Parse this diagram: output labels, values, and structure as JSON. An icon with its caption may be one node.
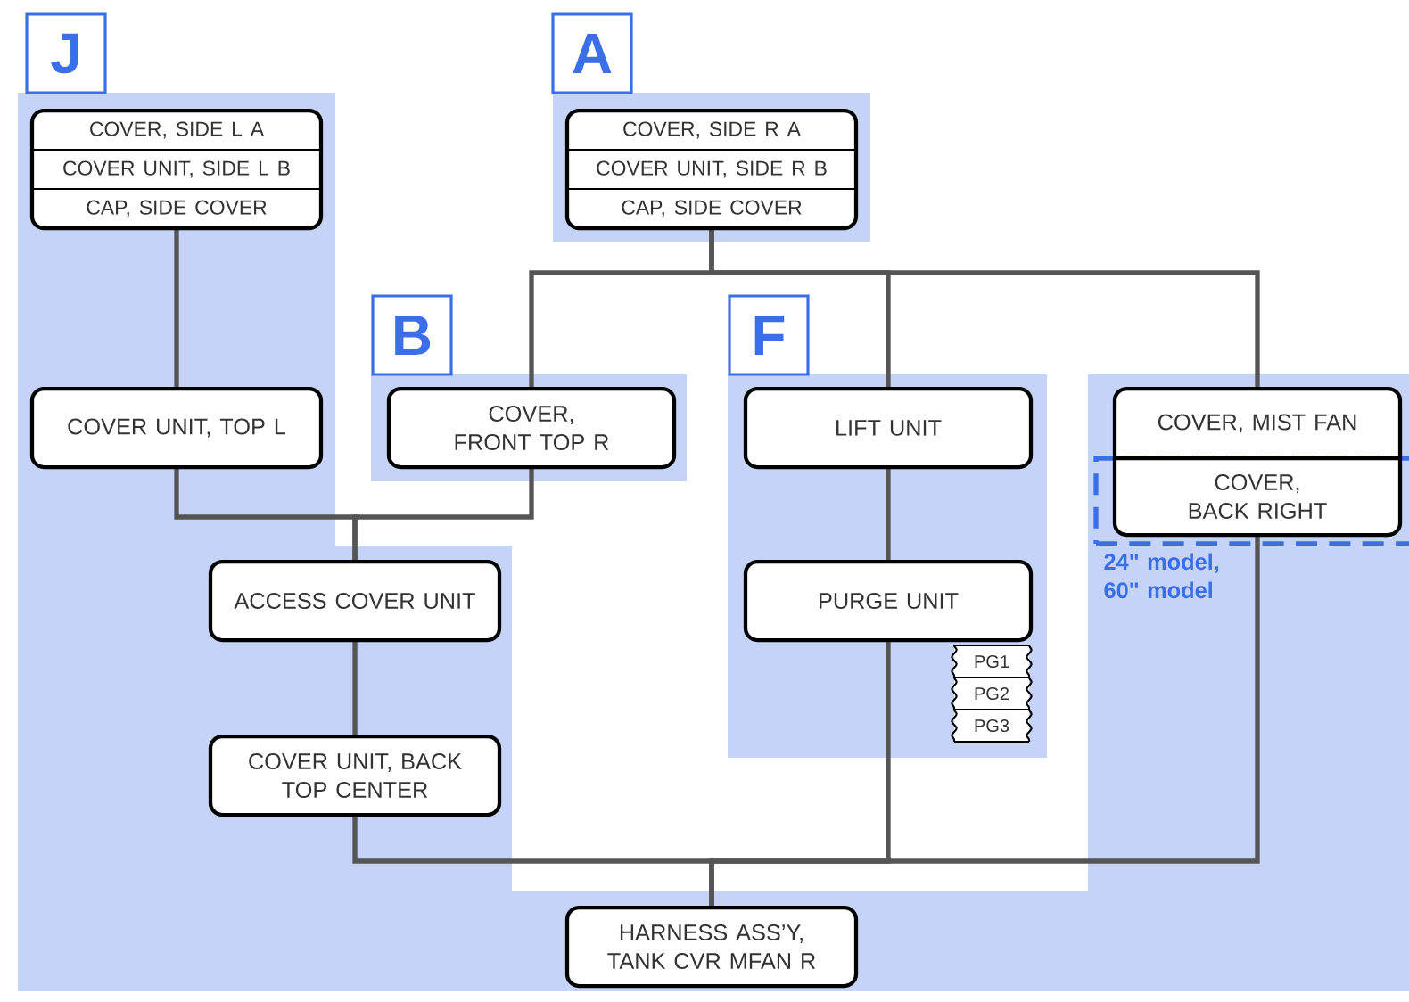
{
  "diagram": {
    "nodes": [
      {
        "text": [
          "COVER, SIDE L A",
          "COVER UNIT, SIDE L B",
          "CAP, SIDE COVER"
        ],
        "beside": [
          "J"
        ]
      },
      {
        "text": [
          "COVER, SIDE R A",
          "COVER UNIT, SIDE R B",
          "CAP, SIDE COVER"
        ],
        "beside": [
          "A"
        ]
      },
      {
        "text": [
          "COVER UNIT, TOP L"
        ]
      },
      {
        "text": [
          "COVER, FRONT TOP R"
        ],
        "beside": [
          "B"
        ]
      },
      {
        "text": [
          "LIFT UNIT"
        ],
        "beside": [
          "F"
        ]
      },
      {
        "text": [
          "COVER, MIST FAN"
        ]
      },
      {
        "text": [],
        "shape": "box",
        "beside": [
          "24\" model, 60\" model"
        ]
      },
      {
        "text": [
          "COVER, BACK RIGHT"
        ],
        "in": 6
      },
      {
        "text": [
          "ACCESS COVER UNIT"
        ]
      },
      {
        "text": [
          "PURGE UNIT"
        ]
      },
      {
        "text": [
          "PG1"
        ]
      },
      {
        "text": [
          "PG2"
        ]
      },
      {
        "text": [
          "PG3"
        ]
      },
      {
        "text": [
          "COVER UNIT, BACK TOP CENTER"
        ]
      },
      {
        "text": [
          "HARNESS ASS’Y, TANK CVR MFAN R"
        ]
      }
    ],
    "edges": [
      {
        "from": 0,
        "to": 2,
        "arrow": "none"
      },
      {
        "from": 1,
        "to": 3,
        "arrow": "none"
      },
      {
        "from": 1,
        "to": 4,
        "arrow": "none"
      },
      {
        "from": 1,
        "to": 5,
        "arrow": "none"
      },
      {
        "from": 2,
        "to": 8,
        "arrow": "none"
      },
      {
        "from": 3,
        "to": 8,
        "arrow": "none"
      },
      {
        "from": 4,
        "to": 9,
        "arrow": "none"
      },
      {
        "from": 8,
        "to": 13,
        "arrow": "none"
      },
      {
        "from": 13,
        "to": 14,
        "arrow": "none"
      },
      {
        "from": 9,
        "to": 14,
        "arrow": "none"
      },
      {
        "from": 7,
        "to": 14,
        "arrow": "none"
      }
    ]
  }
}
